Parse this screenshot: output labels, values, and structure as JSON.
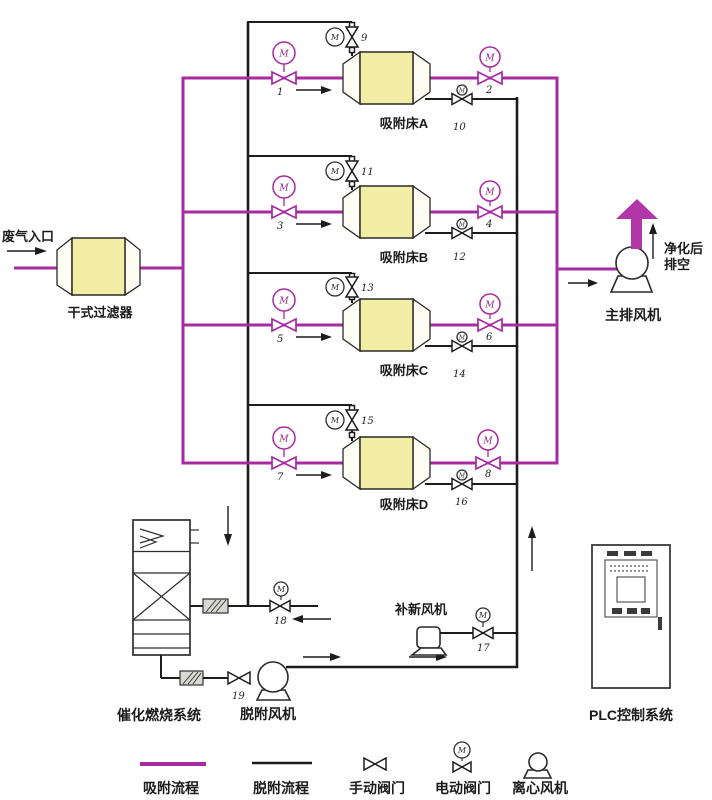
{
  "labels": {
    "waste_gas_inlet": "废气入口",
    "dry_filter": "干式过滤器",
    "bed_a": "吸附床A",
    "bed_b": "吸附床B",
    "bed_c": "吸附床C",
    "bed_d": "吸附床D",
    "main_exhaust_fan": "主排风机",
    "clean_exhaust_line1": "净化后",
    "clean_exhaust_line2": "排空",
    "catalytic_combustion": "催化燃烧系统",
    "desorption_fan": "脱附风机",
    "makeup_air_fan": "补新风机",
    "plc_system": "PLC控制系统",
    "motor_mark": "M"
  },
  "valve_numbers": {
    "v1": "1",
    "v2": "2",
    "v3": "3",
    "v4": "4",
    "v5": "5",
    "v6": "6",
    "v7": "7",
    "v8": "8",
    "v9": "9",
    "v10": "10",
    "v11": "11",
    "v12": "12",
    "v13": "13",
    "v14": "14",
    "v15": "15",
    "v16": "16",
    "v17": "17",
    "v18": "18",
    "v19": "19"
  },
  "legend": {
    "items": [
      {
        "symbol": "adsorption-line",
        "label": "吸附流程",
        "color": "#a82aa0"
      },
      {
        "symbol": "desorption-line",
        "label": "脱附流程",
        "color": "#1c1c1c"
      },
      {
        "symbol": "manual-valve",
        "label": "手动阀门"
      },
      {
        "symbol": "motor-valve",
        "label": "电动阀门"
      },
      {
        "symbol": "centrifugal-fan",
        "label": "离心风机"
      }
    ]
  },
  "colors": {
    "adsorption_line": "#a82aa0",
    "desorption_line": "#1c1c1c",
    "vessel_fill": "#f2eea6",
    "background": "#ffffff"
  }
}
